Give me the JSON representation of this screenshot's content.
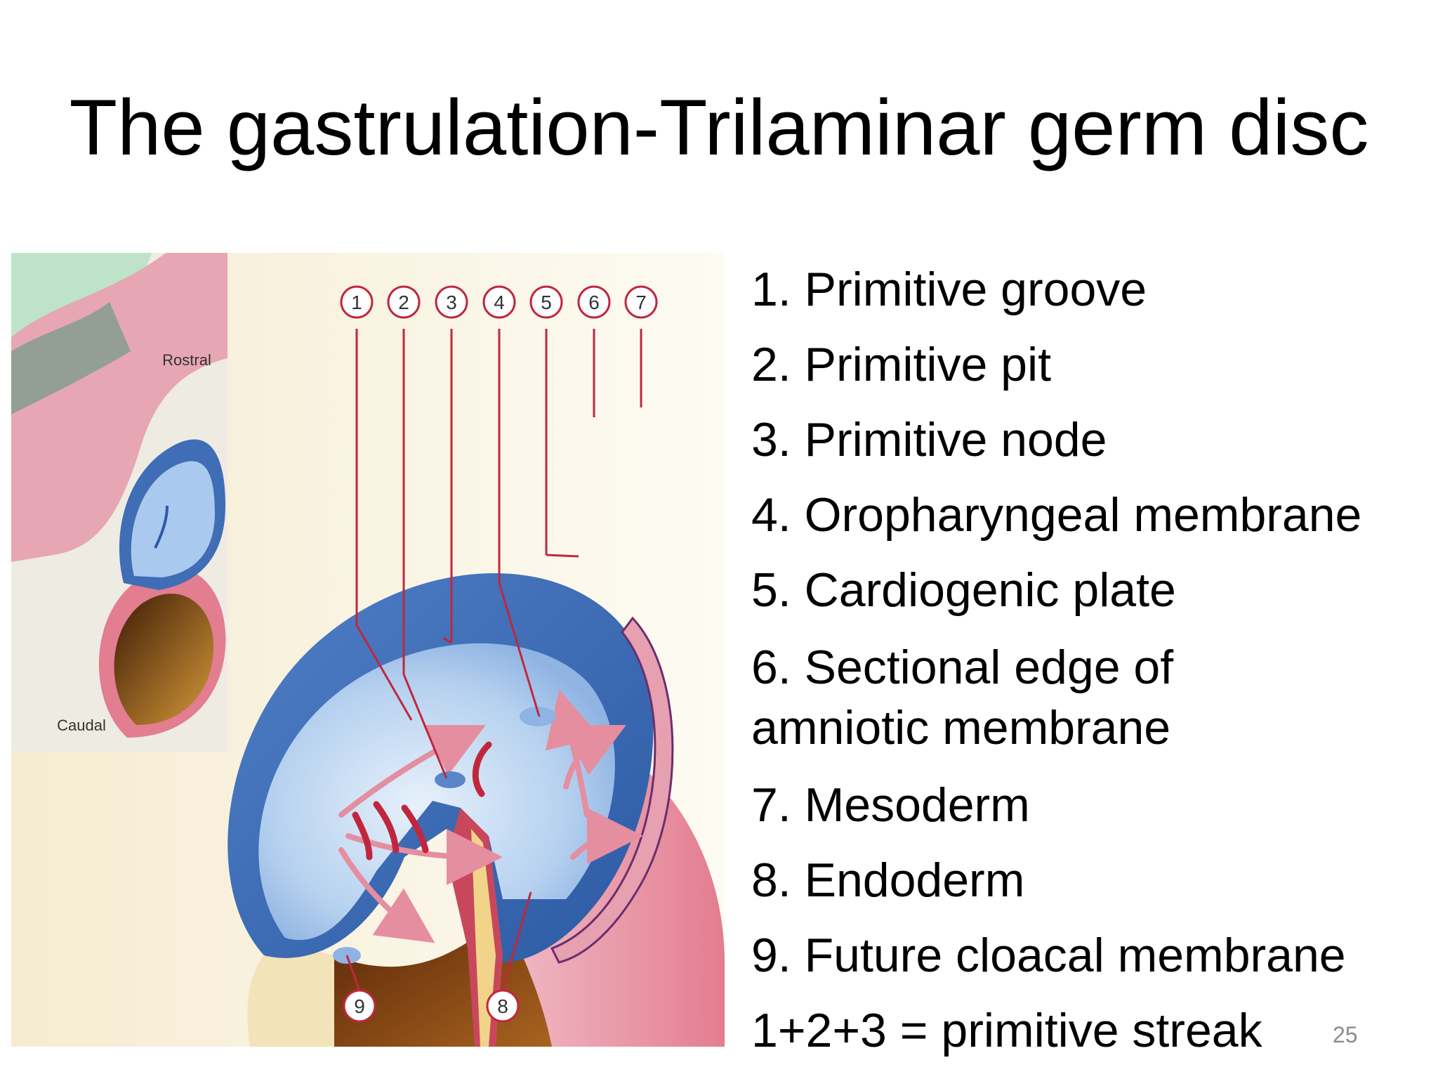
{
  "title": "The gastrulation-Trilaminar germ disc",
  "figure": {
    "inset_labels": {
      "rostral": "Rostral",
      "caudal": "Caudal"
    },
    "callouts": [
      "1",
      "2",
      "3",
      "4",
      "5",
      "6",
      "7",
      "8",
      "9"
    ]
  },
  "legend": [
    "1. Primitive groove",
    "2. Primitive pit",
    "3. Primitive node",
    "4. Oropharyngeal membrane",
    "5. Cardiogenic plate",
    "6. Sectional edge of",
    "amniotic membrane",
    "7. Mesoderm",
    "8. Endoderm",
    "9. Future cloacal membrane",
    "1+2+3 = primitive streak"
  ],
  "slide_number": "25",
  "colors": {
    "callout_ring": "#c0273d",
    "ectoderm_blue": "#6f9fd8",
    "mesoderm_pink": "#e89aa8",
    "yolk_brown": "#7a3a10",
    "background_cream": "#fbf6e6"
  }
}
